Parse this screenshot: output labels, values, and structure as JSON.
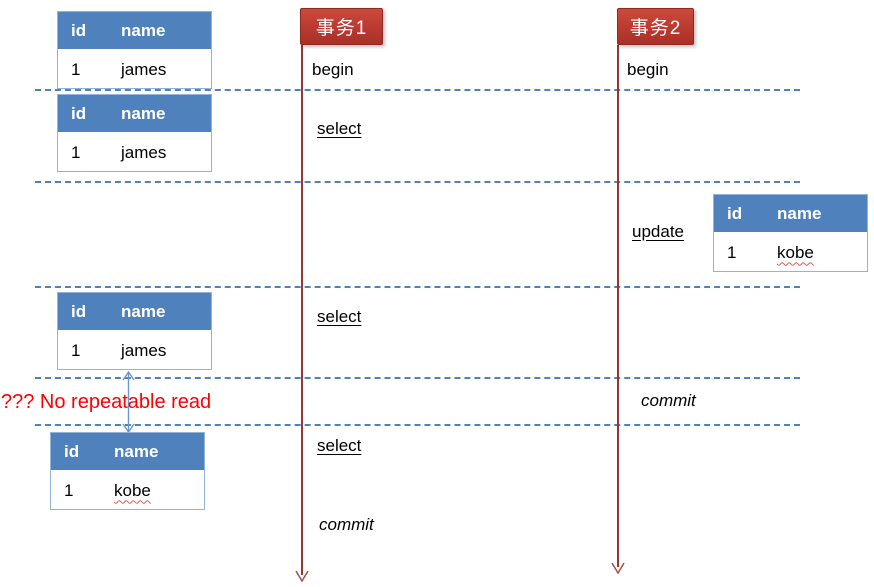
{
  "diagram": {
    "title_hint": "repeatable-read transaction timing diagram",
    "transactions": [
      {
        "label": "事务1",
        "events": {
          "begin": "begin",
          "select1": "select",
          "select2": "select",
          "select3": "select",
          "commit": "commit"
        }
      },
      {
        "label": "事务2",
        "events": {
          "begin": "begin",
          "update": "update",
          "commit": "commit"
        }
      }
    ],
    "annotation": {
      "text": "??? No repeatable read"
    },
    "columns": {
      "id": "id",
      "name": "name"
    },
    "tables": [
      {
        "rows": [
          {
            "id": "1",
            "name": "james"
          }
        ]
      },
      {
        "rows": [
          {
            "id": "1",
            "name": "james"
          }
        ]
      },
      {
        "rows": [
          {
            "id": "1",
            "name": "kobe"
          }
        ]
      },
      {
        "rows": [
          {
            "id": "1",
            "name": "james"
          }
        ]
      },
      {
        "rows": [
          {
            "id": "1",
            "name": "kobe"
          }
        ]
      }
    ],
    "colors": {
      "table_header_bg": "#4f81bd",
      "table_border": "#95b3d7",
      "txn_label_bg": "#b93a30",
      "timeline_line": "#953735",
      "dashed_line": "#4f81bd",
      "annotation_text": "#ff0000",
      "compare_arrow": "#6b96cf",
      "misspell_wave": "#e05a50"
    }
  }
}
